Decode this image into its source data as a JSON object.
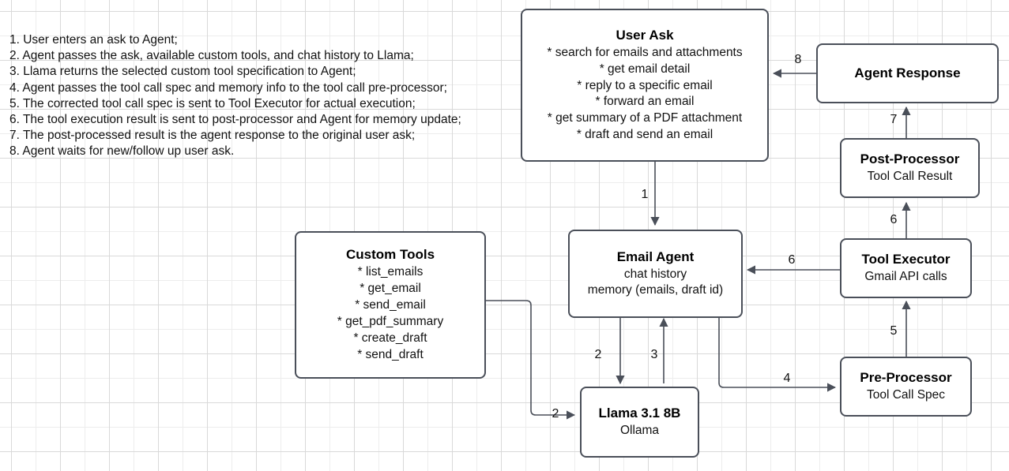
{
  "diagram": {
    "title_present": false,
    "colors": {
      "node_border": "#4a4f59",
      "node_fill": "#ffffff",
      "edge_stroke": "#4a4f59",
      "grid_minor": "#ededed",
      "grid_major": "#d9d9d9",
      "text": "#111111"
    }
  },
  "legend": {
    "name": "process-steps-legend",
    "steps": [
      "1. User enters an ask to Agent;",
      "2. Agent passes the ask, available custom tools, and chat history to Llama;",
      "3. Llama returns the selected custom tool specification to Agent;",
      "4. Agent passes the tool call spec and memory info to the tool call pre-processor;",
      "5. The corrected tool call spec is sent to Tool Executor for actual execution;",
      "6. The tool execution result is sent to post-processor and Agent for memory update;",
      "7. The post-processed result is the agent response to the original user ask;",
      "8. Agent waits for new/follow up user ask."
    ]
  },
  "nodes": {
    "user_ask": {
      "title": "User Ask",
      "bullets": [
        "* search for emails and attachments",
        "* get email detail",
        "* reply to a specific email",
        "* forward an email",
        "* get summary of a PDF attachment",
        "* draft and send an email"
      ]
    },
    "agent_response": {
      "title": "Agent Response",
      "sub": ""
    },
    "post_processor": {
      "title": "Post-Processor",
      "sub": "Tool Call Result"
    },
    "tool_executor": {
      "title": "Tool Executor",
      "sub": "Gmail API calls"
    },
    "pre_processor": {
      "title": "Pre-Processor",
      "sub": "Tool Call Spec"
    },
    "email_agent": {
      "title": "Email Agent",
      "sub1": "chat history",
      "sub2": "memory (emails, draft id)"
    },
    "custom_tools": {
      "title": "Custom Tools",
      "bullets": [
        "* list_emails",
        "* get_email",
        "* send_email",
        "* get_pdf_summary",
        "* create_draft",
        "* send_draft"
      ]
    },
    "llama": {
      "title": "Llama 3.1 8B",
      "sub": "Ollama"
    }
  },
  "edges": [
    {
      "id": "e1",
      "label": "1",
      "from": "user_ask",
      "to": "email_agent"
    },
    {
      "id": "e2a",
      "label": "2",
      "from": "email_agent",
      "to": "llama"
    },
    {
      "id": "e2b",
      "label": "2",
      "from": "custom_tools",
      "to": "llama"
    },
    {
      "id": "e3",
      "label": "3",
      "from": "llama",
      "to": "email_agent"
    },
    {
      "id": "e4",
      "label": "4",
      "from": "email_agent",
      "to": "pre_processor"
    },
    {
      "id": "e5",
      "label": "5",
      "from": "pre_processor",
      "to": "tool_executor"
    },
    {
      "id": "e6a",
      "label": "6",
      "from": "tool_executor",
      "to": "post_processor"
    },
    {
      "id": "e6b",
      "label": "6",
      "from": "tool_executor",
      "to": "email_agent"
    },
    {
      "id": "e7",
      "label": "7",
      "from": "post_processor",
      "to": "agent_response"
    },
    {
      "id": "e8",
      "label": "8",
      "from": "agent_response",
      "to": "user_ask"
    }
  ]
}
